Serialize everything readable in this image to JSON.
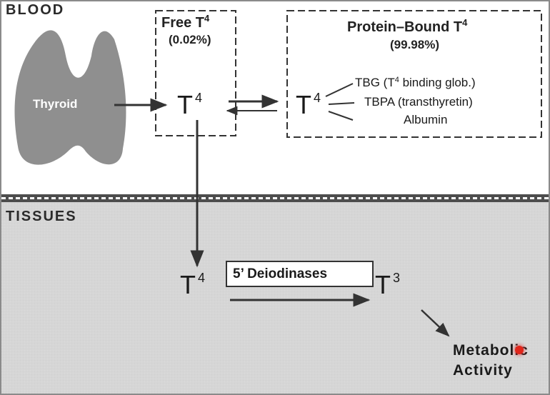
{
  "regions": {
    "blood": "BLOOD",
    "tissues": "TISSUES"
  },
  "thyroid": {
    "label": "Thyroid"
  },
  "free_t4": {
    "title": "Free T",
    "title_sup": "4",
    "percent": "(0.02%)",
    "node_base": "T",
    "node_sup": "4"
  },
  "protein_bound": {
    "title": "Protein–Bound T",
    "title_sup": "4",
    "percent": "(99.98%)",
    "node_base": "T",
    "node_sup": "4",
    "proteins": [
      {
        "prefix": "TBG (T",
        "sup": "4",
        "suffix": " binding glob.)"
      },
      {
        "text": "TBPA (transthyretin)"
      },
      {
        "text": "Albumin"
      }
    ]
  },
  "tissue": {
    "t4_base": "T",
    "t4_sup": "4",
    "enzyme": "5’ Deiodinases",
    "t3_base": "T",
    "t3_sup": "3",
    "outcome_line1": "Metabolic",
    "outcome_line2": "Activity"
  },
  "colors": {
    "blood_bg": "#ffffff",
    "tissue_bg": "#d6d6d6",
    "thyroid_fill": "#8f8f8f",
    "line": "#333333",
    "highlight": "#e0261b"
  },
  "icons": {
    "thyroid": "thyroid-gland-shape",
    "highlight": "red-dot-marker"
  }
}
